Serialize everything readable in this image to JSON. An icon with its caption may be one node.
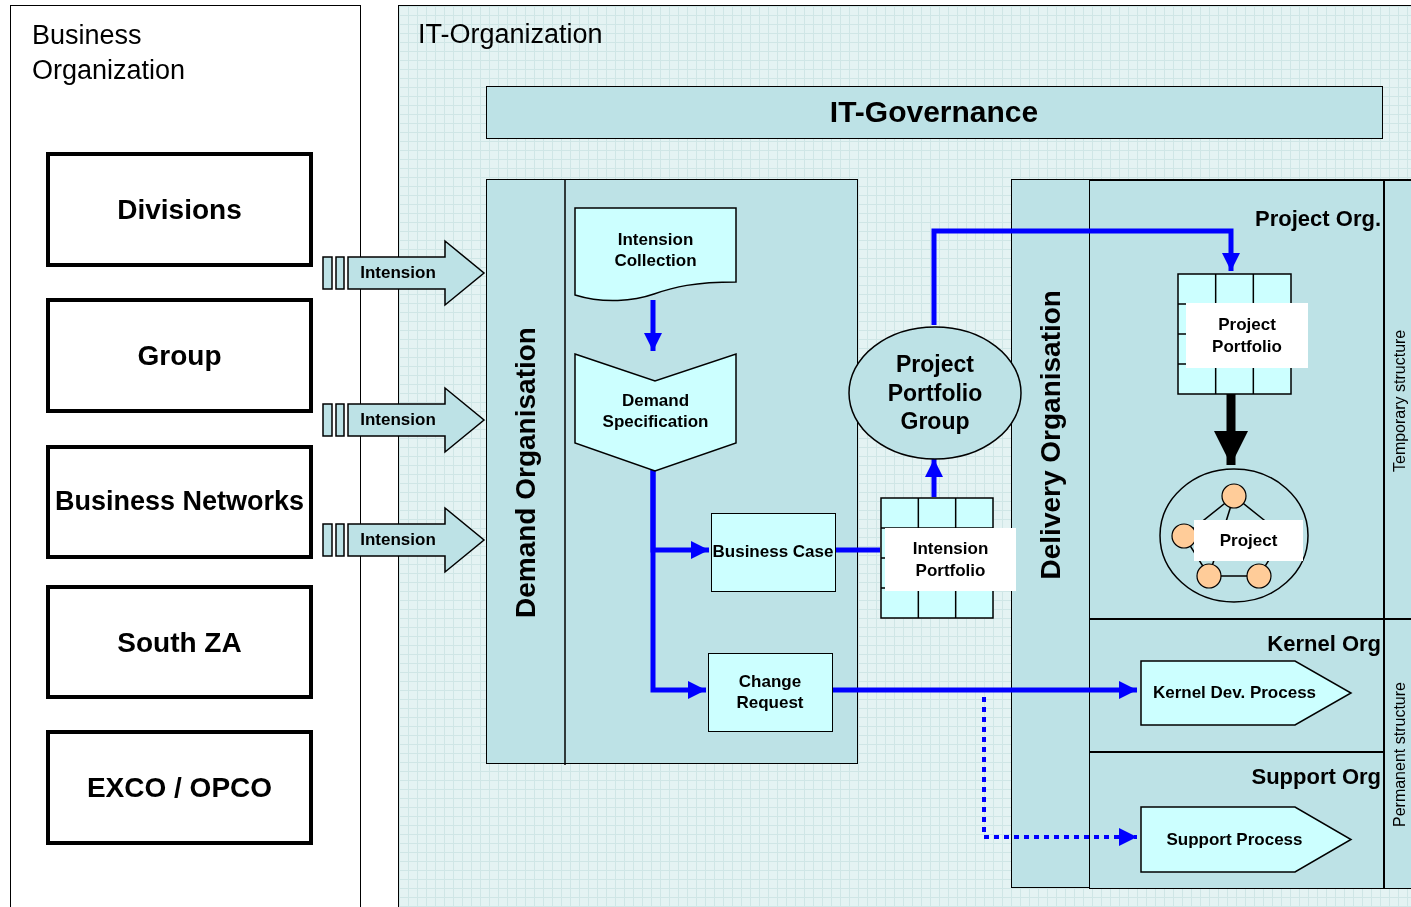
{
  "diagram": {
    "nodes": [
      {
        "text": [
          "Business Organization"
        ]
      },
      {
        "text": [
          "Divisions"
        ],
        "in": 0
      },
      {
        "text": [
          "Group"
        ],
        "in": 0
      },
      {
        "text": [
          "Business Networks"
        ],
        "in": 0
      },
      {
        "text": [
          "South ZA"
        ],
        "in": 0
      },
      {
        "text": [
          "EXCO / OPCO"
        ],
        "in": 0
      },
      {
        "text": [
          "IT-Organization"
        ]
      },
      {
        "text": [
          "IT-Governance"
        ],
        "in": 6
      },
      {
        "text": [
          "Intension"
        ]
      },
      {
        "text": [
          "Intension"
        ]
      },
      {
        "text": [
          "Intension"
        ]
      },
      {
        "text": [
          "Demand Organisation"
        ],
        "in": 6
      },
      {
        "text": [
          "Intension Collection"
        ],
        "in": 11
      },
      {
        "text": [
          "Demand Specification"
        ],
        "in": 11
      },
      {
        "text": [
          "Business Case"
        ],
        "in": 11
      },
      {
        "text": [
          "Change Request"
        ],
        "in": 11
      },
      {
        "text": [
          "Project Portfolio Group"
        ],
        "in": 6
      },
      {
        "text": [
          "Intension Portfolio"
        ],
        "in": 6
      },
      {
        "text": [
          "Delivery Organisation"
        ],
        "in": 6
      },
      {
        "text": [
          "Project Org."
        ],
        "in": 18
      },
      {
        "text": [
          "Project Portfolio"
        ],
        "in": 19
      },
      {
        "text": [
          "Project"
        ],
        "in": 19
      },
      {
        "text": [
          "Kernel Org"
        ],
        "in": 18
      },
      {
        "text": [
          "Kernel Dev. Process"
        ],
        "in": 22
      },
      {
        "text": [
          "Support Org"
        ],
        "in": 18
      },
      {
        "text": [
          "Support Process"
        ],
        "in": 24
      },
      {
        "text": [
          "Temporary structure"
        ],
        "in": 18
      },
      {
        "text": [
          "Permanent structure"
        ],
        "in": 18
      }
    ],
    "edges": [
      {
        "from": 12,
        "to": 13,
        "arrow": "to"
      },
      {
        "from": 13,
        "to": 14,
        "arrow": "to"
      },
      {
        "from": 13,
        "to": 15,
        "arrow": "to"
      },
      {
        "from": 14,
        "to": 17,
        "arrow": "none"
      },
      {
        "from": 17,
        "to": 16,
        "arrow": "to"
      },
      {
        "from": 16,
        "to": 20,
        "arrow": "to"
      },
      {
        "from": 20,
        "to": 21,
        "arrow": "to",
        "style": "thick",
        "color": "#000000"
      },
      {
        "from": 15,
        "to": 23,
        "arrow": "to"
      },
      {
        "from": 15,
        "to": 25,
        "arrow": "to",
        "style": "dashed"
      }
    ]
  }
}
